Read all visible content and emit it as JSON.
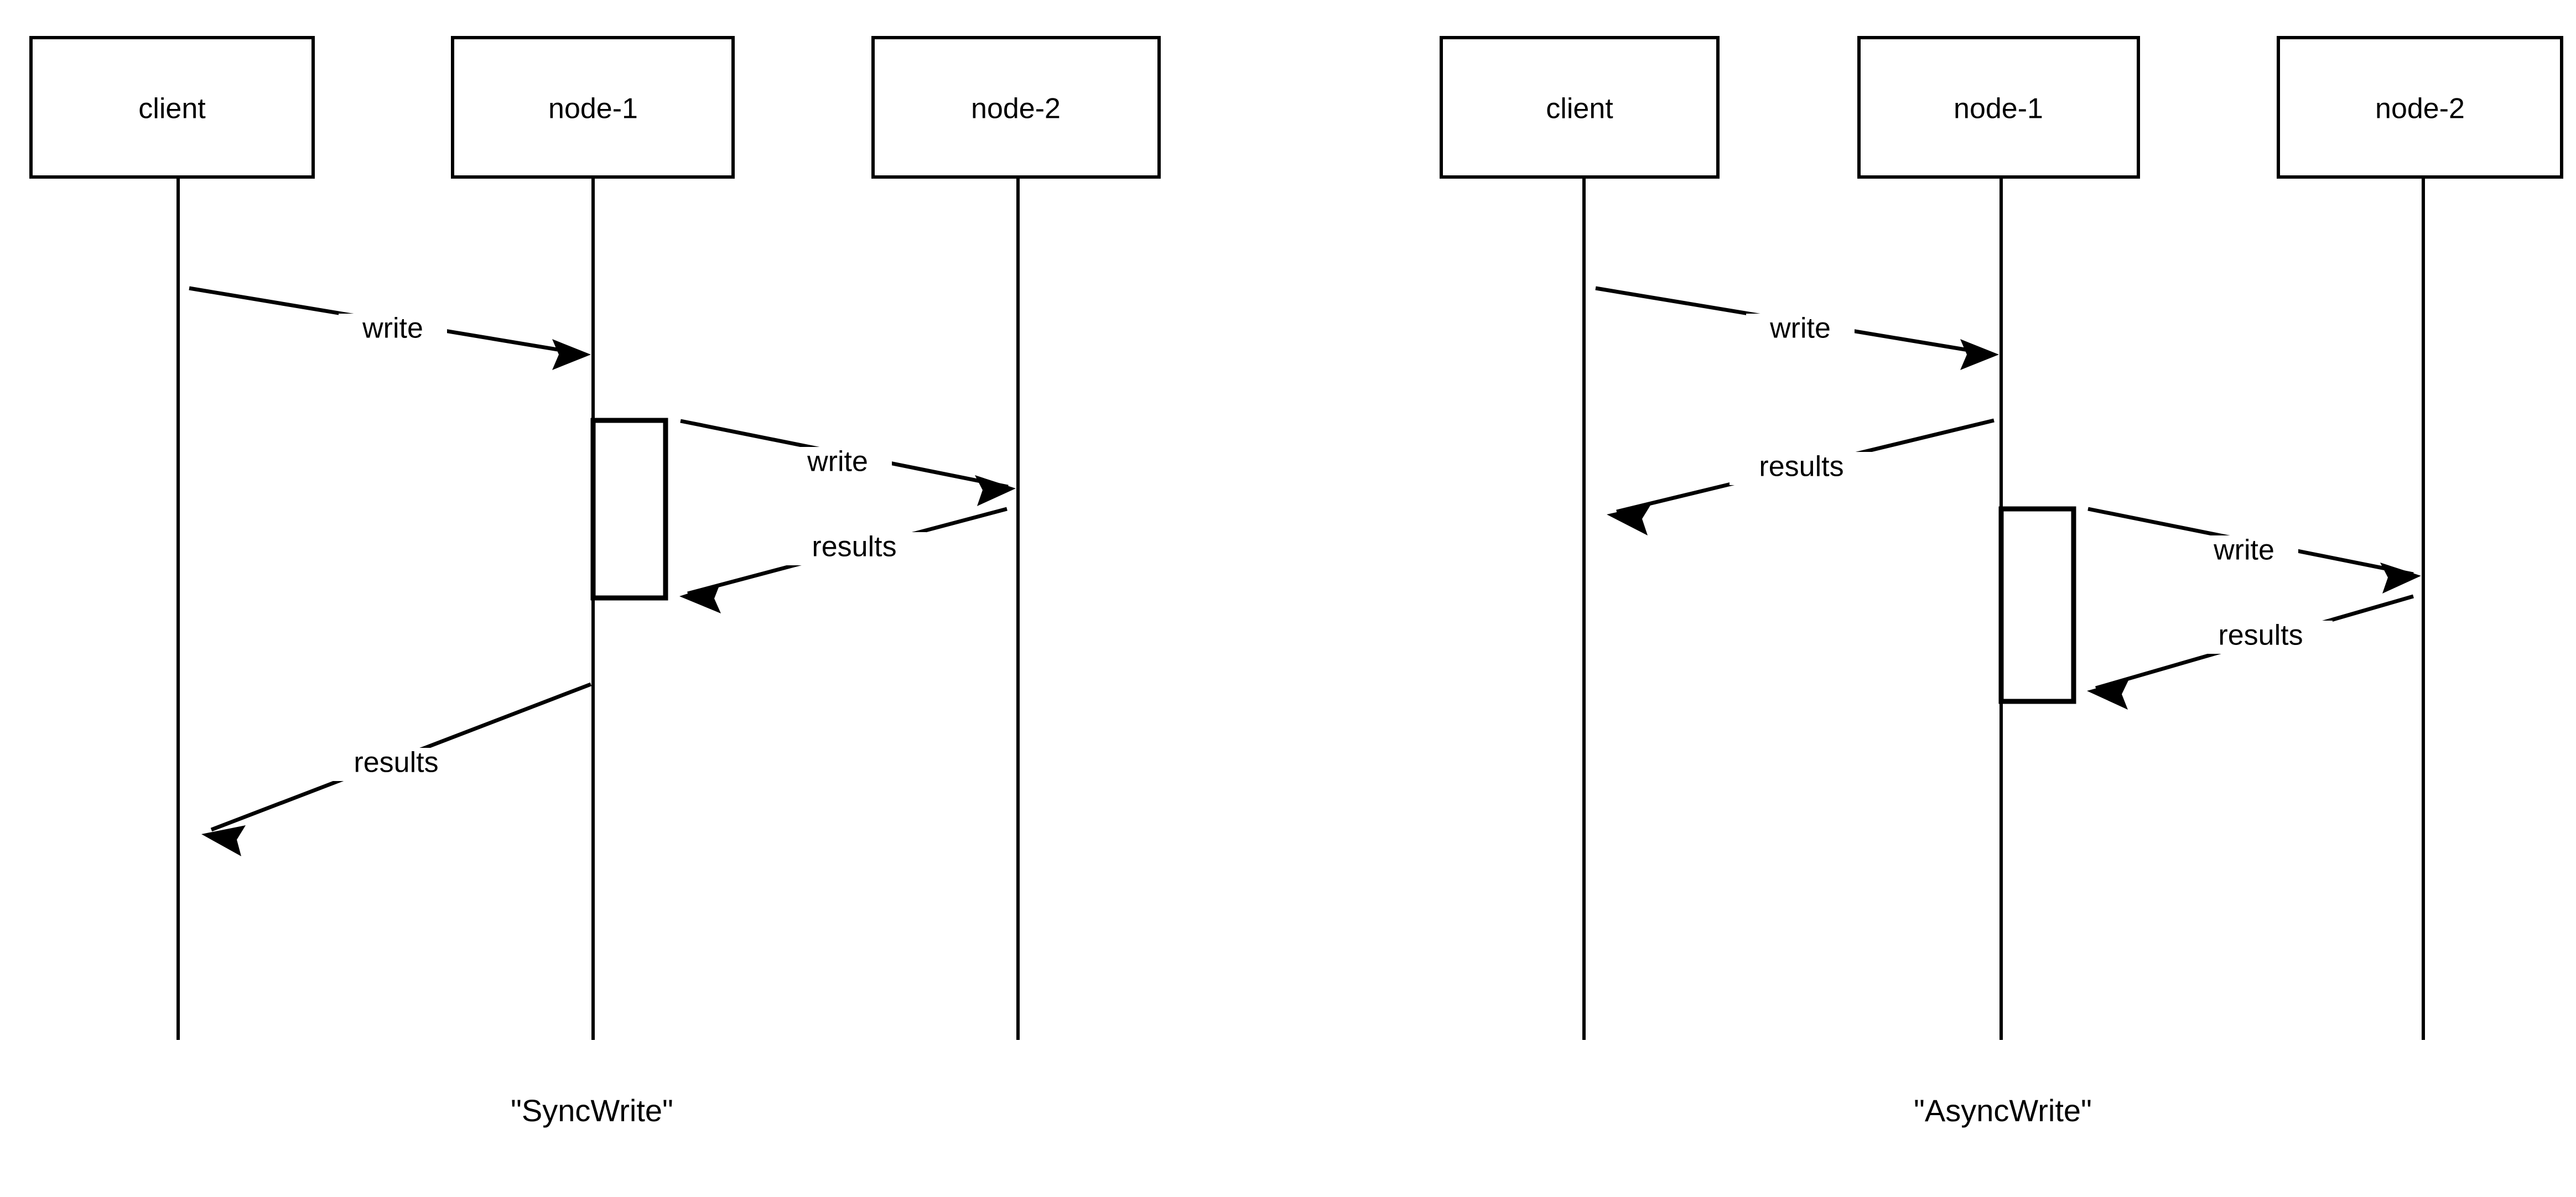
{
  "figure": {
    "background_color": "#ffffff",
    "stroke_color": "#000000",
    "diagram_type": "uml-sequence-diagram",
    "diagram_count": 2
  },
  "diagrams": [
    {
      "id": "sync-write",
      "caption": "\"SyncWrite\"",
      "participants": [
        {
          "id": "client",
          "label": "client"
        },
        {
          "id": "node-1",
          "label": "node-1"
        },
        {
          "id": "node-2",
          "label": "node-2"
        }
      ],
      "messages": [
        {
          "index": 1,
          "label": "write",
          "from": "client",
          "to": "node-1",
          "direction": "right"
        },
        {
          "index": 2,
          "label": "write",
          "from": "node-1",
          "to": "node-2",
          "direction": "right"
        },
        {
          "index": 3,
          "label": "results",
          "from": "node-2",
          "to": "node-1",
          "direction": "left"
        },
        {
          "index": 4,
          "label": "results",
          "from": "node-1",
          "to": "client",
          "direction": "left"
        }
      ],
      "activations": [
        {
          "on": "node-1",
          "spans_messages": [
            2,
            3
          ]
        }
      ]
    },
    {
      "id": "async-write",
      "caption": "\"AsyncWrite\"",
      "participants": [
        {
          "id": "client",
          "label": "client"
        },
        {
          "id": "node-1",
          "label": "node-1"
        },
        {
          "id": "node-2",
          "label": "node-2"
        }
      ],
      "messages": [
        {
          "index": 1,
          "label": "write",
          "from": "client",
          "to": "node-1",
          "direction": "right"
        },
        {
          "index": 2,
          "label": "results",
          "from": "node-1",
          "to": "client",
          "direction": "left"
        },
        {
          "index": 3,
          "label": "write",
          "from": "node-1",
          "to": "node-2",
          "direction": "right"
        },
        {
          "index": 4,
          "label": "results",
          "from": "node-2",
          "to": "node-1",
          "direction": "left"
        }
      ],
      "activations": [
        {
          "on": "node-1",
          "spans_messages": [
            3,
            4
          ]
        }
      ]
    }
  ],
  "left": {
    "actors": {
      "client": "client",
      "node1": "node-1",
      "node2": "node-2"
    },
    "labels": {
      "write_client_node1": "write",
      "write_node1_node2": "write",
      "results_node2_node1": "results",
      "results_node1_client": "results"
    },
    "caption": "\"SyncWrite\""
  },
  "right": {
    "actors": {
      "client": "client",
      "node1": "node-1",
      "node2": "node-2"
    },
    "labels": {
      "write_client_node1": "write",
      "results_node1_client": "results",
      "write_node1_node2": "write",
      "results_node2_node1": "results"
    },
    "caption": "\"AsyncWrite\""
  }
}
